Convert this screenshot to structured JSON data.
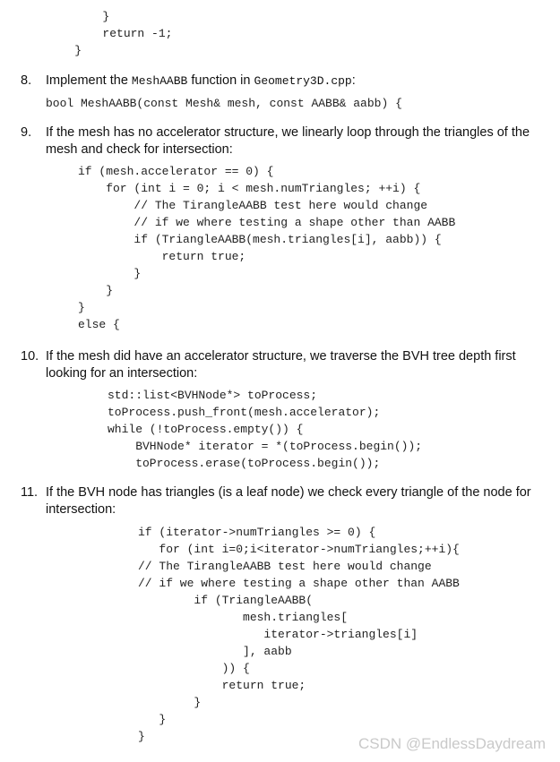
{
  "block0": {
    "lines": [
      "        }",
      "        return -1;",
      "    }"
    ]
  },
  "step8": {
    "number": "8.",
    "text_before": "Implement the ",
    "code_name": "MeshAABB",
    "text_middle": " function in ",
    "code_file": "Geometry3D.cpp",
    "text_after": ":"
  },
  "block8": {
    "lines": [
      "bool MeshAABB(const Mesh& mesh, const AABB& aabb) {"
    ]
  },
  "step9": {
    "number": "9.",
    "text": "If the mesh has no accelerator structure, we linearly loop through the triangles of the mesh and check for intersection:"
  },
  "block9": {
    "lines": [
      "if (mesh.accelerator == 0) {",
      "    for (int i = 0; i < mesh.numTriangles; ++i) {",
      "        // The TirangleAABB test here would change",
      "        // if we where testing a shape other than AABB",
      "        if (TriangleAABB(mesh.triangles[i], aabb)) {",
      "            return true;",
      "        }",
      "    }",
      "}",
      "else {"
    ]
  },
  "step10": {
    "number": "10.",
    "text": "If the mesh did have an accelerator structure, we traverse the BVH tree depth first looking for an intersection:"
  },
  "block10": {
    "lines": [
      "std::list<BVHNode*> toProcess;",
      "toProcess.push_front(mesh.accelerator);",
      "while (!toProcess.empty()) {",
      "    BVHNode* iterator = *(toProcess.begin());",
      "    toProcess.erase(toProcess.begin());"
    ]
  },
  "step11": {
    "number": "11.",
    "text": "If the BVH node has triangles (is a leaf node) we check every triangle of the node for intersection:"
  },
  "block11": {
    "lines": [
      "if (iterator->numTriangles >= 0) {",
      "   for (int i=0;i<iterator->numTriangles;++i){",
      "// The TirangleAABB test here would change",
      "// if we where testing a shape other than AABB",
      "        if (TriangleAABB(",
      "               mesh.triangles[",
      "                  iterator->triangles[i]",
      "               ], aabb",
      "            )) {",
      "            return true;",
      "        }",
      "   }",
      "}"
    ]
  },
  "watermark": "CSDN @EndlessDaydream"
}
